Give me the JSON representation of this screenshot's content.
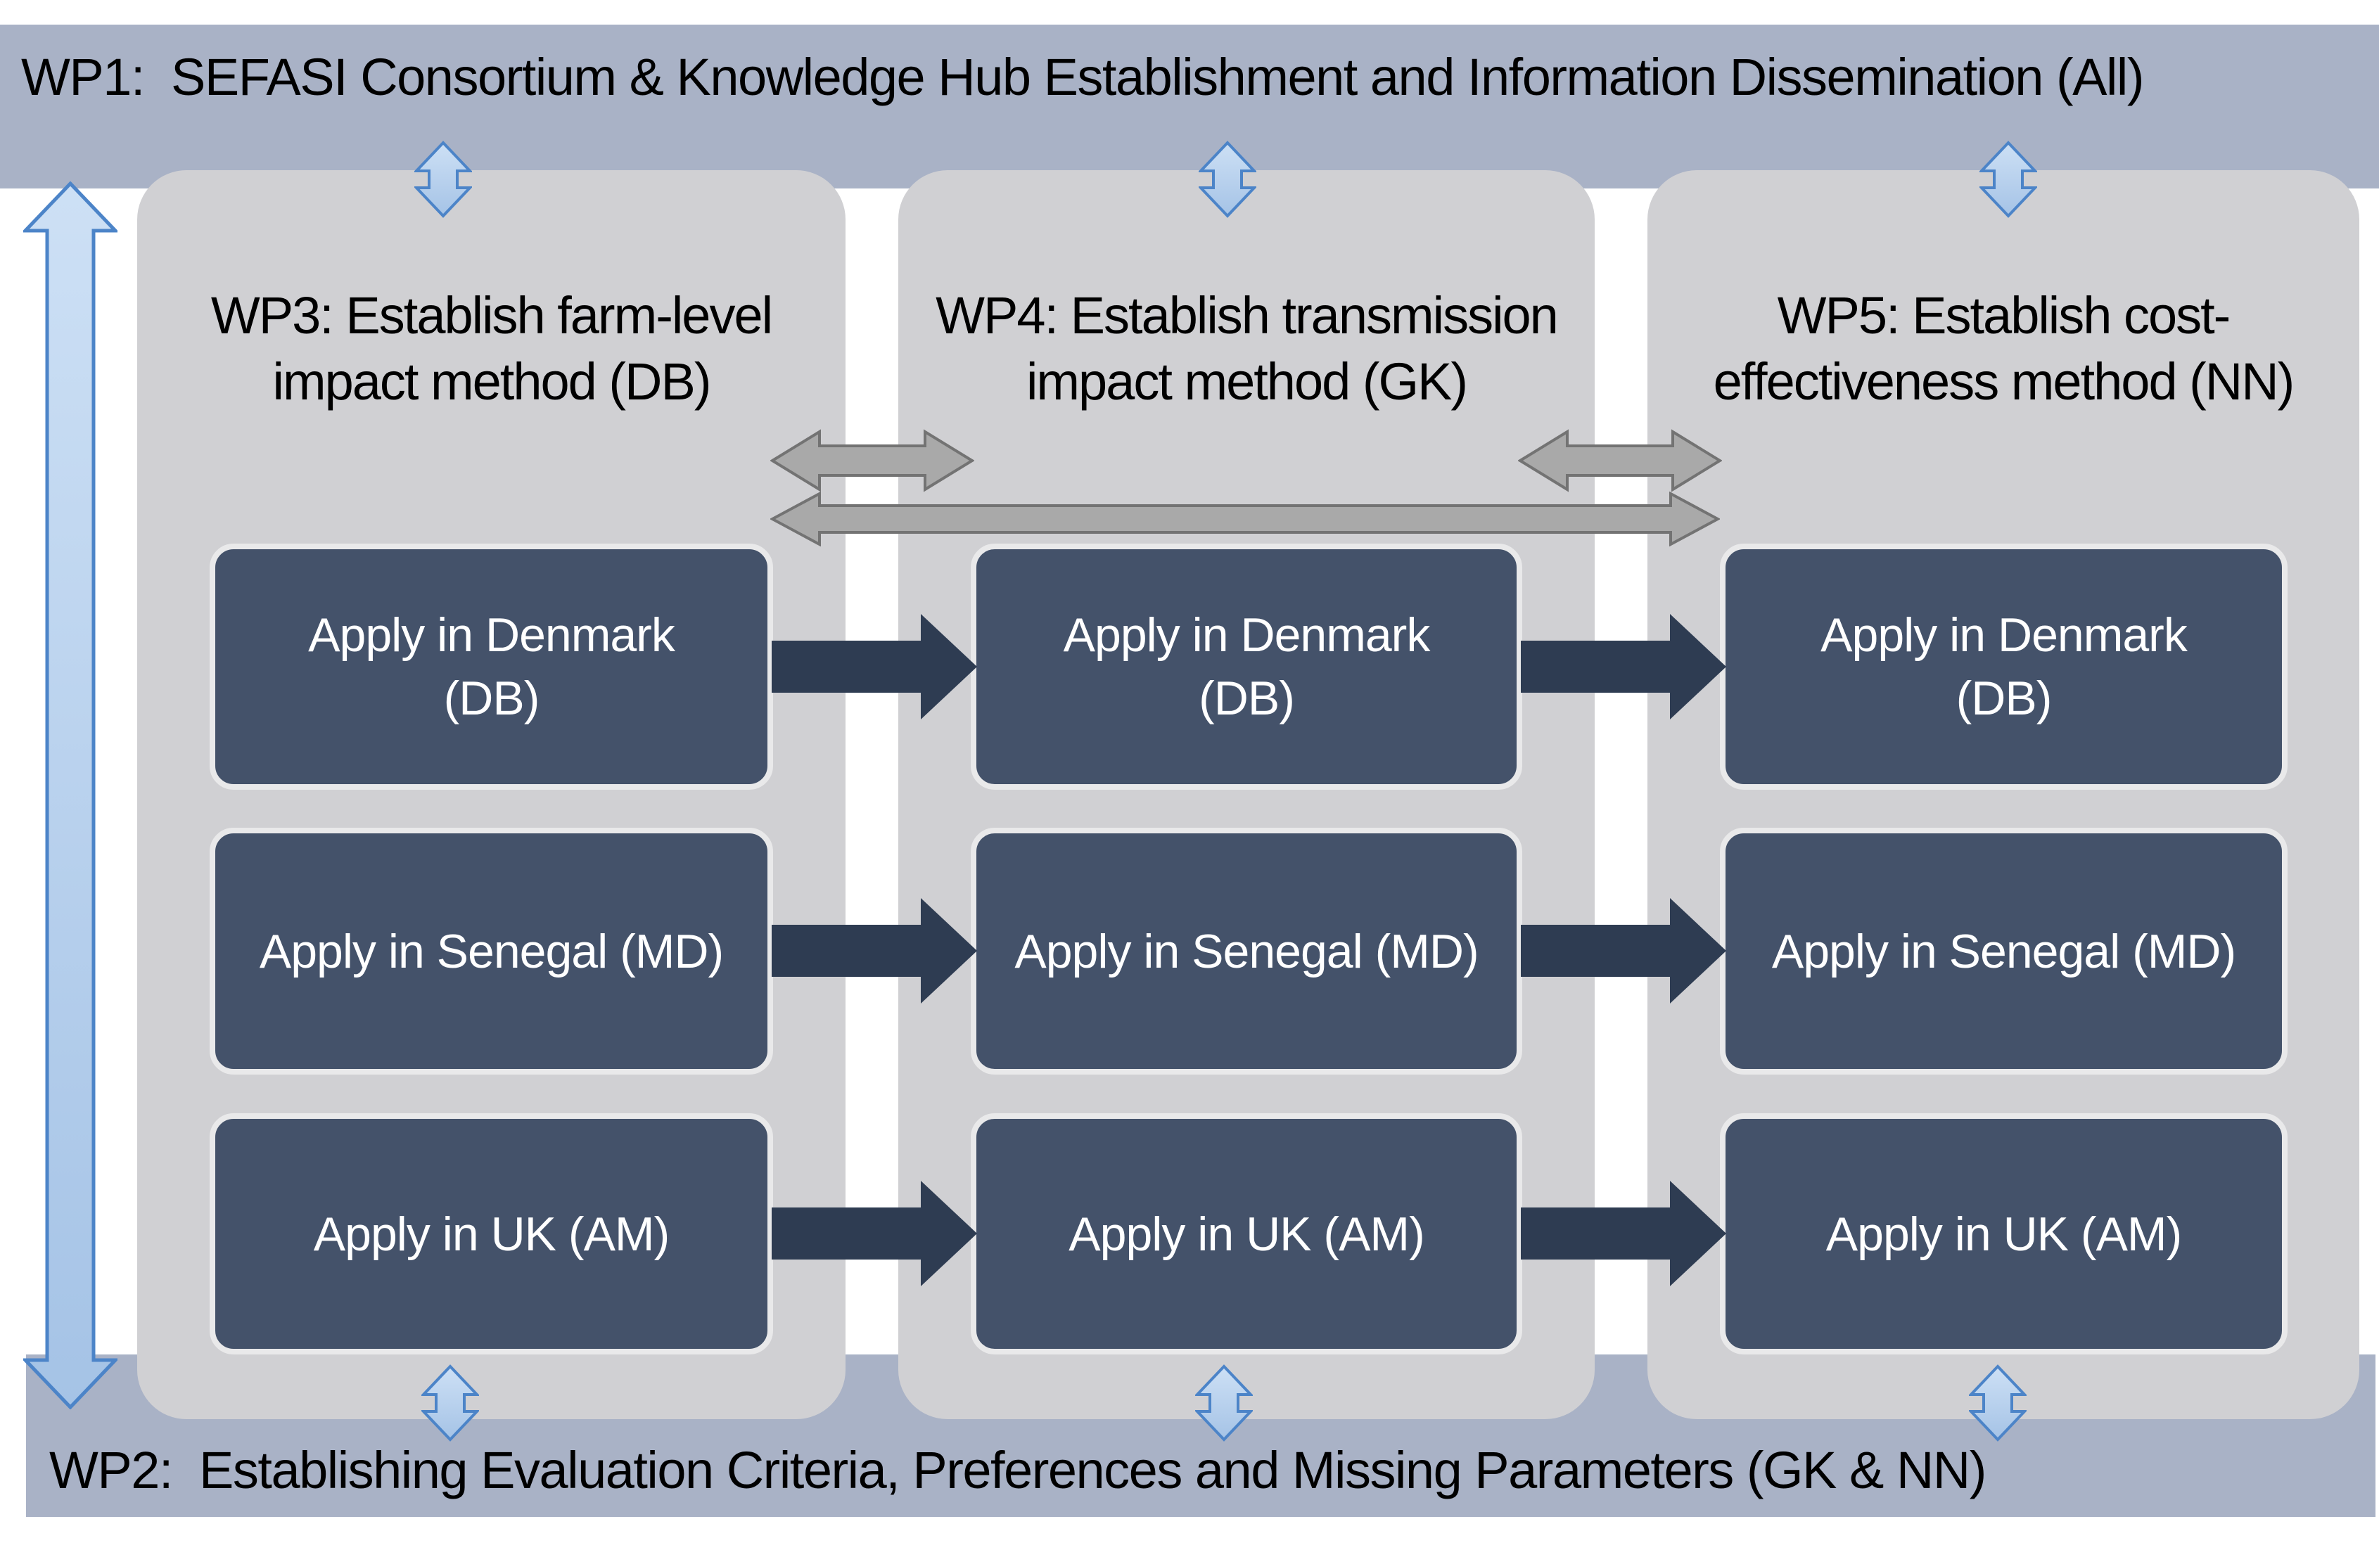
{
  "banners": {
    "top": {
      "id": "WP1",
      "label": "WP1:  SEFASI Consortium & Knowledge Hub Establishment and Information Dissemination (All)"
    },
    "bottom": {
      "id": "WP2",
      "label": "WP2:  Establishing Evaluation Criteria, Preferences and Missing Parameters (GK & NN)"
    }
  },
  "columns": [
    {
      "id": "WP3",
      "header": "WP3: Establish farm-level\nimpact method (DB)",
      "boxes": [
        "Apply in Denmark\n(DB)",
        "Apply in Senegal (MD)",
        "Apply in UK (AM)"
      ]
    },
    {
      "id": "WP4",
      "header": "WP4: Establish transmission\nimpact method (GK)",
      "boxes": [
        "Apply in Denmark\n(DB)",
        "Apply in Senegal (MD)",
        "Apply in UK (AM)"
      ]
    },
    {
      "id": "WP5",
      "header": "WP5: Establish cost-\neffectiveness method (NN)",
      "boxes": [
        "Apply in Denmark\n(DB)",
        "Apply in Senegal (MD)",
        "Apply in UK (AM)"
      ]
    }
  ],
  "connections": {
    "horizontal_flow": "WP3 -> WP4 -> WP5 for each country row",
    "bidirectional_short": [
      "WP3 <-> WP4",
      "WP4 <-> WP5"
    ],
    "bidirectional_long": "WP3 <-> WP5",
    "vertical_links": "WP1 and WP2 link to each work-package column"
  },
  "colors": {
    "banner": "#a9b2c6",
    "column": "#d0d0d3",
    "apply_box": "#44526a",
    "apply_box_border": "#e9e9ea",
    "apply_box_text": "#ffffff",
    "flow_arrow": "#2e3c52",
    "gray_arrow_fill": "#a9a9a9",
    "gray_arrow_stroke": "#737373",
    "blue_arrow_fill_light": "#cde0f5",
    "blue_arrow_fill_dark": "#a5c3e6",
    "blue_arrow_stroke": "#4c84c8",
    "text": "#000000",
    "background": "#ffffff"
  }
}
